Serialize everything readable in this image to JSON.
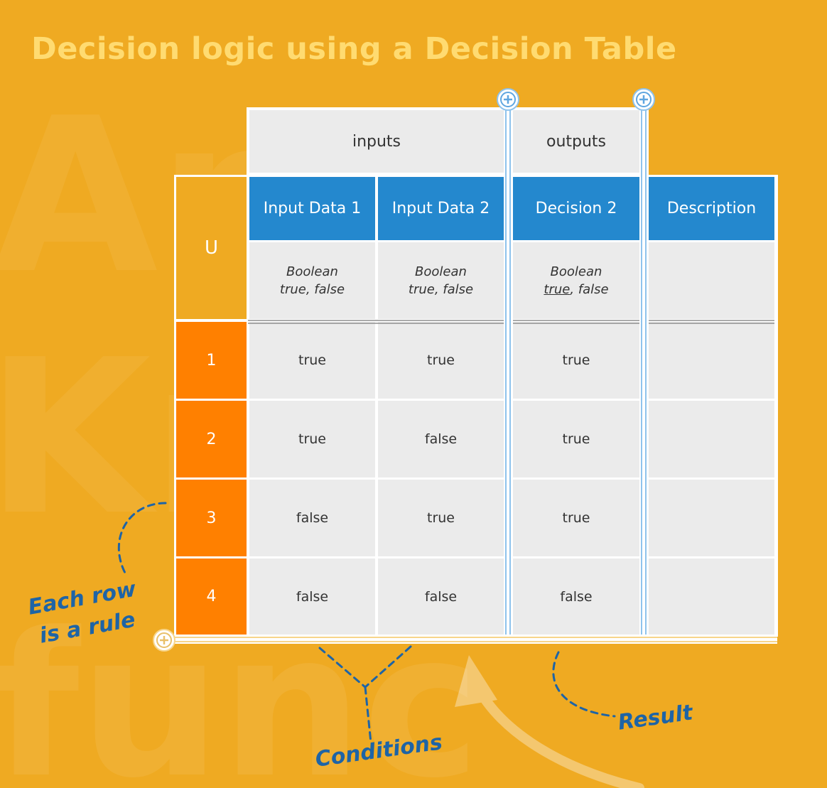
{
  "title": "Decision logic using a Decision Table",
  "table": {
    "group_headers": {
      "inputs": "inputs",
      "outputs": "outputs"
    },
    "hit_policy": "U",
    "columns": [
      {
        "label": "Input Data 1",
        "type_name": "Boolean",
        "type_values": "true, false"
      },
      {
        "label": "Input Data 2",
        "type_name": "Boolean",
        "type_values": "true, false"
      },
      {
        "label": "Decision 2",
        "type_name": "Boolean",
        "type_values_default": "true",
        "type_values_rest": ", false"
      },
      {
        "label": "Description"
      }
    ],
    "rules": [
      {
        "number": "1",
        "input_1": "true",
        "input_2": "true",
        "output": "true"
      },
      {
        "number": "2",
        "input_1": "true",
        "input_2": "false",
        "output": "true"
      },
      {
        "number": "3",
        "input_1": "false",
        "input_2": "true",
        "output": "true"
      },
      {
        "number": "4",
        "input_1": "false",
        "input_2": "false",
        "output": "false"
      }
    ]
  },
  "annotations": {
    "each_row_line1": "Each row",
    "each_row_line2": "is a rule",
    "conditions": "Conditions",
    "result": "Result"
  },
  "background_letters": [
    "App",
    "Kn",
    "func"
  ],
  "colors": {
    "background": "#EFAA22",
    "title": "#FFDB71",
    "header_blue": "#2488CE",
    "rule_orange": "#FF8000",
    "cell_gray": "#EBEBEB",
    "annotation_blue": "#1E64A6",
    "divider_blue": "#8FC3EC"
  }
}
